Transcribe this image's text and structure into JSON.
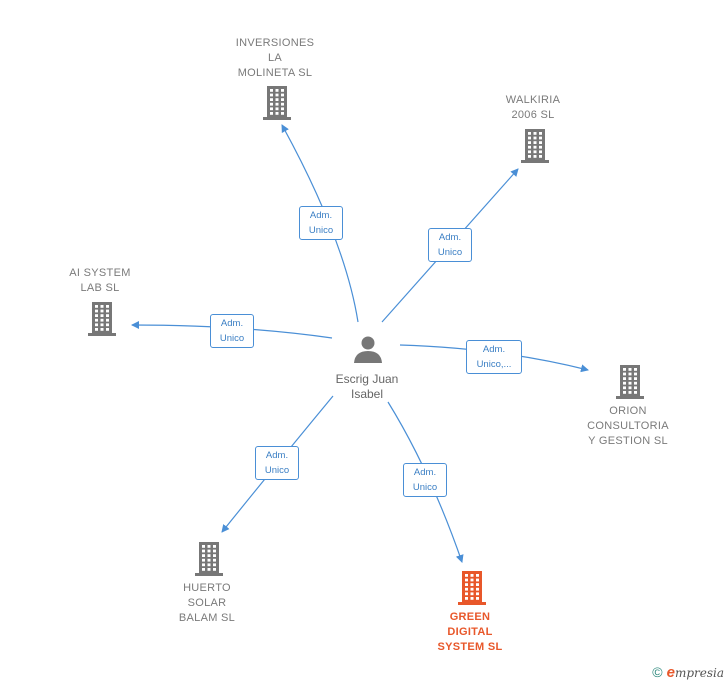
{
  "center": {
    "name": "Escrig Juan\nIsabel",
    "icon": "person-icon"
  },
  "companies": [
    {
      "id": "inversiones",
      "name": "INVERSIONES\nLA\nMOLINETA SL",
      "highlight": false
    },
    {
      "id": "walkiria",
      "name": "WALKIRIA\n2006 SL",
      "highlight": false
    },
    {
      "id": "aisystem",
      "name": "AI SYSTEM\nLAB  SL",
      "highlight": false
    },
    {
      "id": "orion",
      "name": "ORION\nCONSULTORIA\nY GESTION SL",
      "highlight": false
    },
    {
      "id": "huerto",
      "name": "HUERTO\nSOLAR\nBALAM SL",
      "highlight": false
    },
    {
      "id": "green",
      "name": "GREEN\nDIGITAL\nSYSTEM  SL",
      "highlight": true
    }
  ],
  "relations": [
    {
      "target": "inversiones",
      "label": "Adm.\nUnico"
    },
    {
      "target": "walkiria",
      "label": "Adm.\nUnico"
    },
    {
      "target": "aisystem",
      "label": "Adm.\nUnico"
    },
    {
      "target": "orion",
      "label": "Adm.\nUnico,..."
    },
    {
      "target": "huerto",
      "label": "Adm.\nUnico"
    },
    {
      "target": "green",
      "label": "Adm.\nUnico"
    }
  ],
  "colors": {
    "edge": "#4a8fd6",
    "building": "#777777",
    "building_highlight": "#e8572a",
    "person": "#777777"
  },
  "footer": {
    "copyright": "©",
    "brand_initial": "e",
    "brand_rest": "mpresia"
  }
}
